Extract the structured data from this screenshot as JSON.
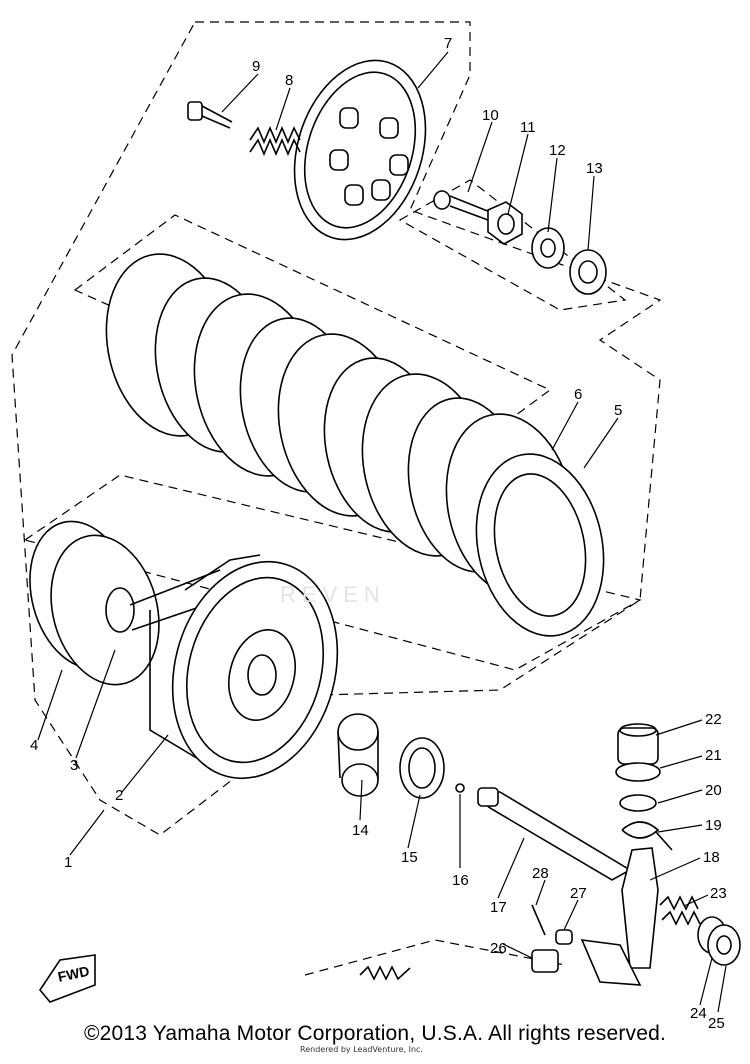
{
  "diagram": {
    "callouts": [
      "1",
      "2",
      "3",
      "4",
      "5",
      "6",
      "7",
      "8",
      "9",
      "10",
      "11",
      "12",
      "13",
      "14",
      "15",
      "16",
      "17",
      "18",
      "19",
      "20",
      "21",
      "22",
      "23",
      "24",
      "25",
      "26",
      "27",
      "28"
    ],
    "direction_badge": "FWD",
    "watermark": "REVEN"
  },
  "footer": {
    "copyright": "©2013 Yamaha Motor Corporation, U.S.A. All rights reserved.",
    "rendered_by": "Rendered by LeadVenture, Inc."
  }
}
